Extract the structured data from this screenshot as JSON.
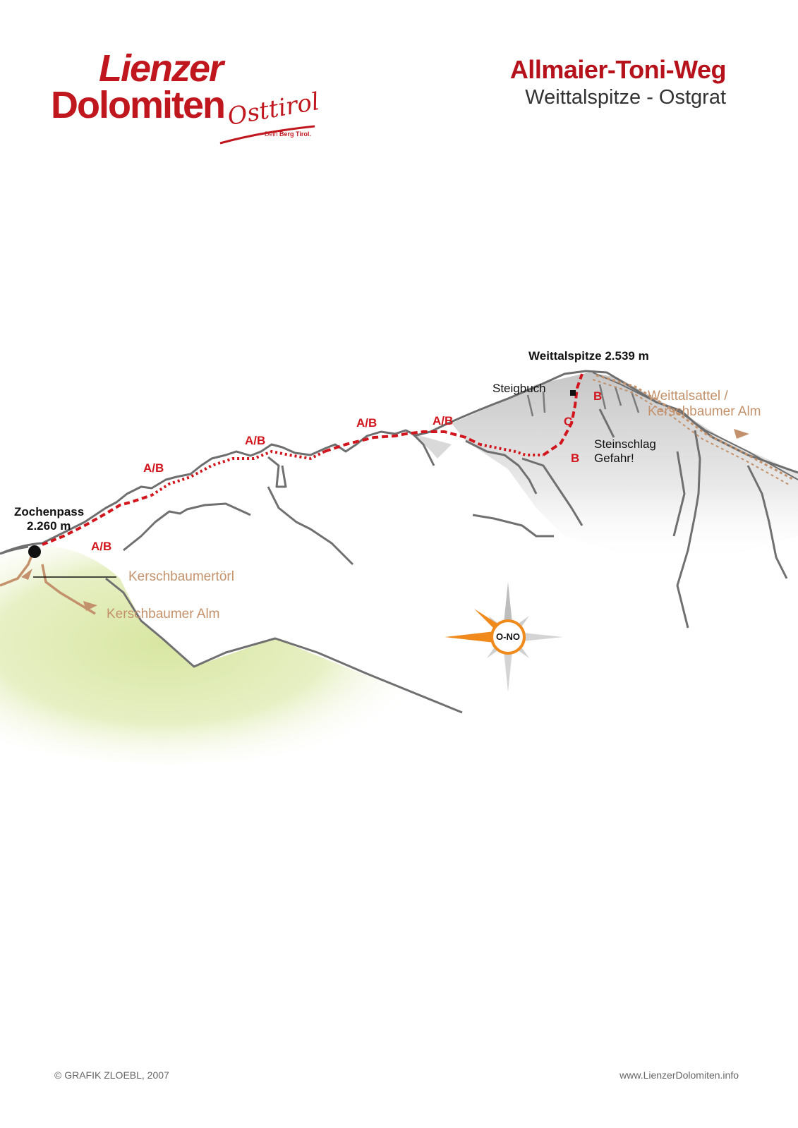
{
  "logo": {
    "line1": "Lienzer",
    "line2": "Dolomiten",
    "script": "Osttirol",
    "claim_prefix": "Dein ",
    "claim_bold": "Berg Tirol."
  },
  "header": {
    "title": "Allmaier-Toni-Weg",
    "subtitle": "Weittalspitze - Ostgrat"
  },
  "topo": {
    "summit": "Weittalspitze 2.539 m",
    "start_name": "Zochenpass",
    "start_alt": "2.260 m",
    "steigbuch": "Steigbuch",
    "hazard_line1": "Steinschlag",
    "hazard_line2": "Gefahr!",
    "grades": {
      "g1": "A/B",
      "g2": "A/B",
      "g3": "A/B",
      "g4": "A/B",
      "g5": "A/B",
      "b_upper": "B",
      "c": "C",
      "b_lower": "B"
    },
    "descent_line1": "Weittalsattel /",
    "descent_line2": "Kerschbaumer Alm",
    "torl": "Kerschbaumertörl",
    "alm": "Kerschbaumer Alm",
    "compass": "O-NO",
    "colors": {
      "route": "#d2151c",
      "access_paths": "#c3916b",
      "compass": "#f08a1c",
      "meadow": "#d8e6a2"
    }
  },
  "footer": {
    "credit": "© GRAFIK ZLOEBL, 2007",
    "url": "www.LienzerDolomiten.info"
  }
}
